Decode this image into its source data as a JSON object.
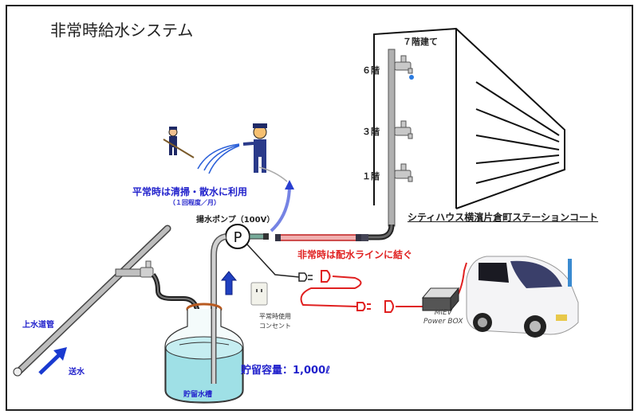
{
  "title": "非常時給水システム",
  "building": {
    "floors_total": "７階建て",
    "floors": [
      "６階",
      "３階",
      "１階"
    ],
    "name": "シティハウス横濱片倉町ステーションコート"
  },
  "normal_use": {
    "text": "平常時は清掃・散水に利用",
    "frequency": "（１回程度／月）"
  },
  "pump": {
    "symbol": "P",
    "label": "揚水ポンプ（100V）"
  },
  "emergency_line": "非常時は配水ラインに結ぐ",
  "outlet": {
    "line1": "平常時使用",
    "line2": "コンセント"
  },
  "mains": {
    "pipe_label": "上水道管",
    "flow_label": "送水"
  },
  "tank": {
    "capacity": "貯留容量：1,000ℓ",
    "label": "貯留水槽"
  },
  "power_box": {
    "line1": "MiEV",
    "line2": "Power BOX"
  },
  "colors": {
    "accent_blue": "#2222cc",
    "emergency_red": "#e02020",
    "water": "#9fe0e6",
    "pipe_gray": "#9a9a9a"
  }
}
